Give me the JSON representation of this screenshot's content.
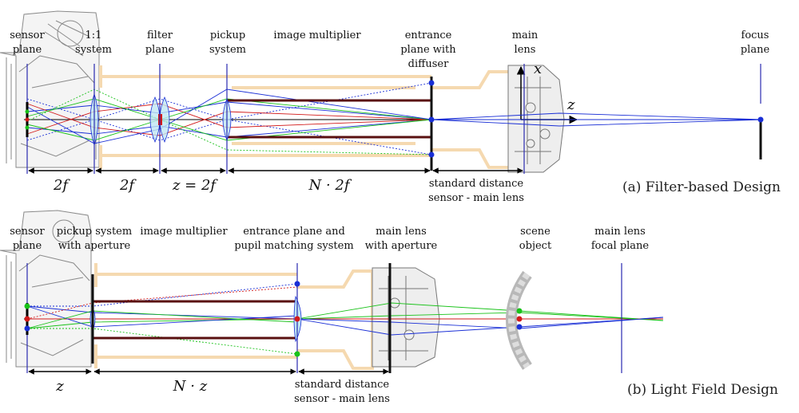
{
  "top": {
    "labels": {
      "sensor_plane": [
        "sensor",
        "plane"
      ],
      "one_to_one": [
        "1:1",
        "system"
      ],
      "filter_plane": [
        "filter",
        "plane"
      ],
      "pickup": [
        "pickup",
        "system"
      ],
      "image_multiplier": "image multiplier",
      "entrance": [
        "entrance",
        "plane with",
        "diffuser"
      ],
      "main_lens": [
        "main",
        "lens"
      ],
      "focus_plane": [
        "focus",
        "plane"
      ]
    },
    "dims": [
      "2f",
      "2f",
      "z = 2f",
      "N · 2f"
    ],
    "std_distance": [
      "standard distance",
      "sensor - main lens"
    ],
    "axis_x": "x",
    "axis_z": "z",
    "caption": "(a) Filter-based Design"
  },
  "bottom": {
    "labels": {
      "sensor_plane": [
        "sensor",
        "plane"
      ],
      "pickup_aperture": [
        "pickup system",
        "with aperture"
      ],
      "image_multiplier": "image multiplier",
      "entrance_pupil": [
        "entrance plane and",
        "pupil matching system"
      ],
      "main_lens_aperture": [
        "main lens",
        "with aperture"
      ],
      "scene_object": [
        "scene",
        "object"
      ],
      "focal_plane": [
        "main lens",
        "focal plane"
      ]
    },
    "dims": [
      "z",
      "N · z"
    ],
    "std_distance": [
      "standard distance",
      "sensor - main lens"
    ],
    "caption": "(b) Light Field Design"
  },
  "colors": {
    "ray_blue": "#1a2fd6",
    "ray_red": "#d21a1a",
    "ray_green": "#19c219",
    "tube": "#f5d9b0",
    "mirror": "#5a1010",
    "plane": "#2a2ab0"
  }
}
